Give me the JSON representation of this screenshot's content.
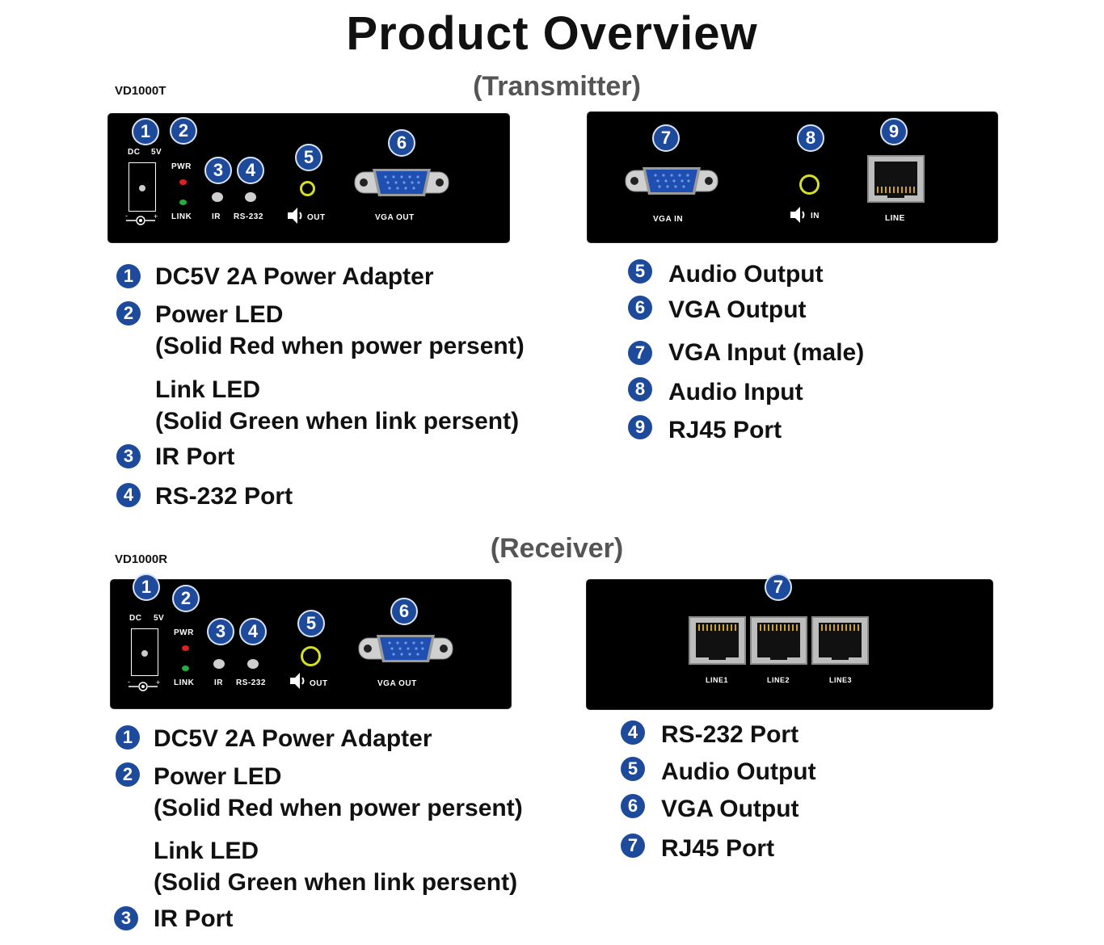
{
  "title": "Product Overview",
  "transmitter": {
    "subtitle": "(Transmitter)",
    "model": "VD1000T",
    "front_labels": {
      "dc": "DC",
      "v5": "5V",
      "pwr": "PWR",
      "link": "LINK",
      "ir": "IR",
      "rs232": "RS-232",
      "out": "OUT",
      "vga_out": "VGA OUT"
    },
    "rear_labels": {
      "vga_in": "VGA IN",
      "in": "IN",
      "line": "LINE"
    },
    "badges": [
      "1",
      "2",
      "3",
      "4",
      "5",
      "6",
      "7",
      "8",
      "9"
    ],
    "legend_left": [
      {
        "num": "1",
        "text": "DC5V 2A Power Adapter"
      },
      {
        "num": "2",
        "text": "Power LED",
        "line2": "(Solid Red when power persent)"
      },
      {
        "num": "",
        "text": "Link LED",
        "line2": "(Solid Green when link persent)"
      },
      {
        "num": "3",
        "text": "IR Port"
      },
      {
        "num": "4",
        "text": "RS-232 Port"
      }
    ],
    "legend_right": [
      {
        "num": "5",
        "text": "Audio Output"
      },
      {
        "num": "6",
        "text": "VGA Output"
      },
      {
        "num": "7",
        "text": "VGA Input (male)"
      },
      {
        "num": "8",
        "text": "Audio Input"
      },
      {
        "num": "9",
        "text": "RJ45 Port"
      }
    ]
  },
  "receiver": {
    "subtitle": "(Receiver)",
    "model": "VD1000R",
    "front_labels": {
      "dc": "DC",
      "v5": "5V",
      "pwr": "PWR",
      "link": "LINK",
      "ir": "IR",
      "rs232": "RS-232",
      "out": "OUT",
      "vga_out": "VGA OUT"
    },
    "rear_labels": {
      "line1": "LINE1",
      "line2": "LINE2",
      "line3": "LINE3"
    },
    "badges": [
      "1",
      "2",
      "3",
      "4",
      "5",
      "6",
      "7"
    ],
    "legend_left": [
      {
        "num": "1",
        "text": "DC5V 2A Power Adapter"
      },
      {
        "num": "2",
        "text": "Power LED",
        "line2": "(Solid Red when power persent)"
      },
      {
        "num": "",
        "text": "Link LED",
        "line2": "(Solid Green when link persent)"
      },
      {
        "num": "3",
        "text": "IR Port"
      }
    ],
    "legend_right": [
      {
        "num": "4",
        "text": "RS-232 Port"
      },
      {
        "num": "5",
        "text": "Audio Output"
      },
      {
        "num": "6",
        "text": "VGA Output"
      },
      {
        "num": "7",
        "text": "RJ45 Port"
      }
    ]
  },
  "colors": {
    "badge": "#1d4a9a",
    "panel": "#000000",
    "led_red": "#e02020",
    "led_green": "#22b03a",
    "audio_jack": "#d6de2a",
    "vga_port": "#1f4fb0"
  }
}
